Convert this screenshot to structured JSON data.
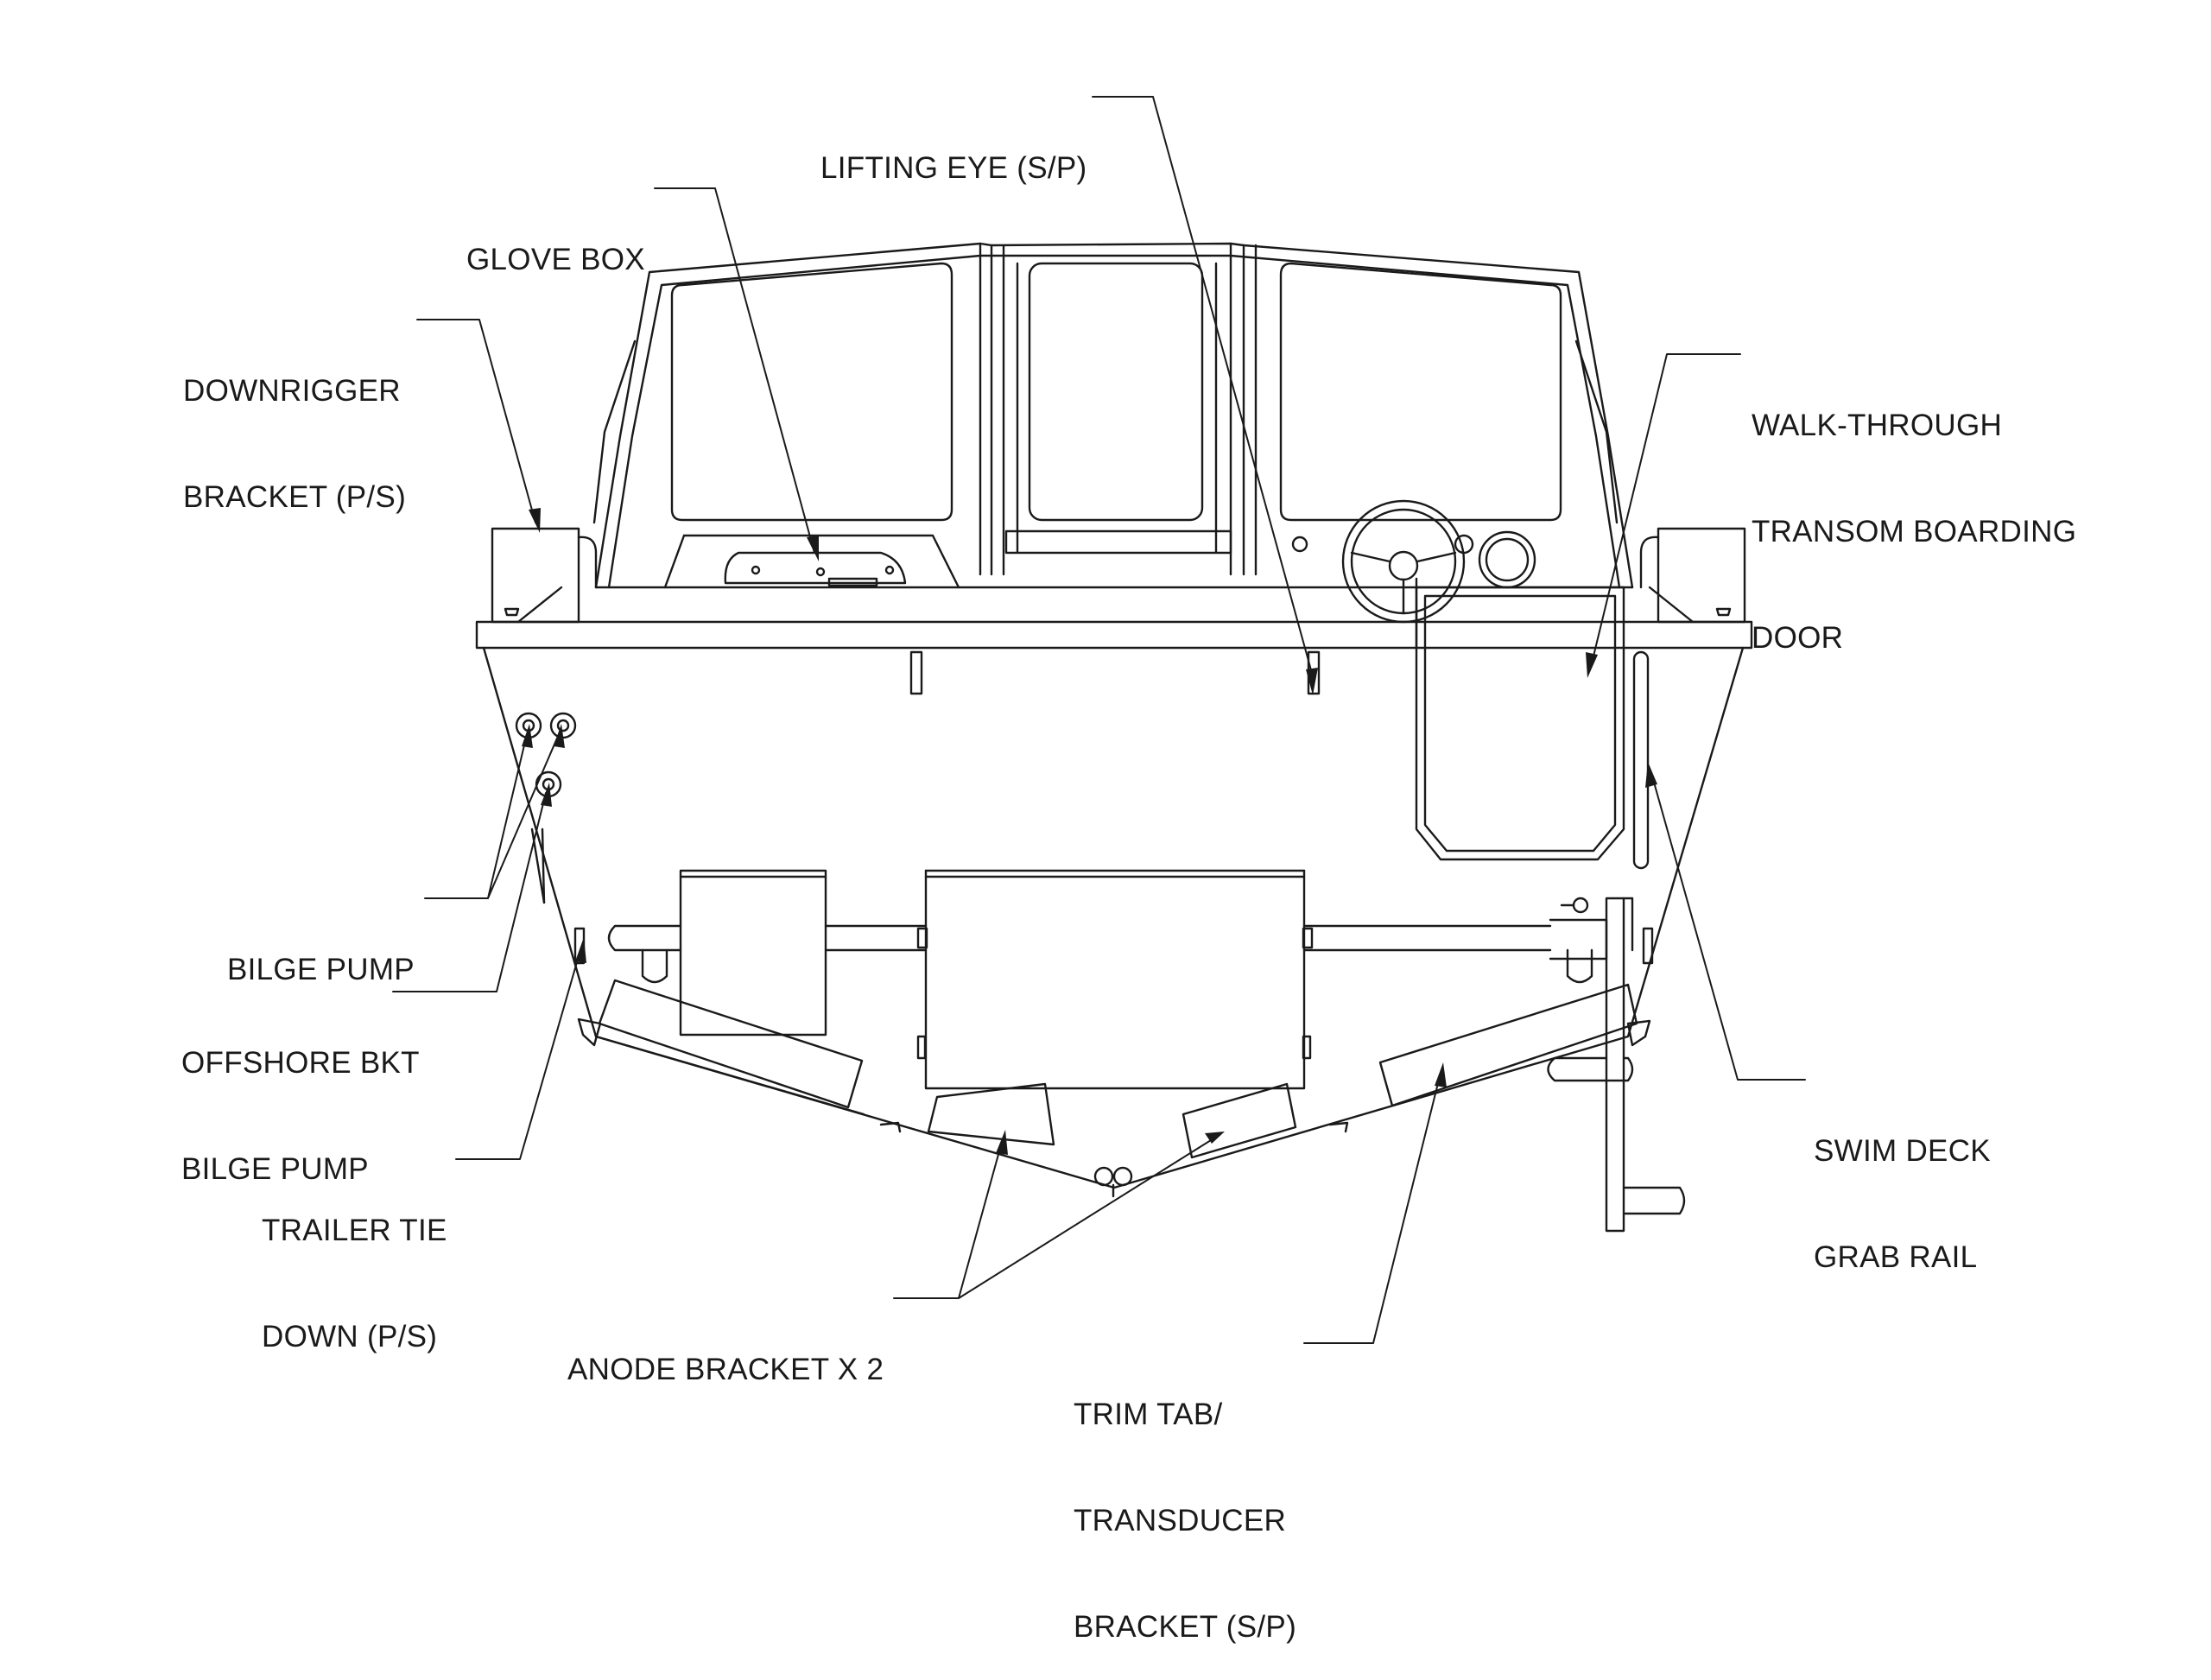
{
  "diagram": {
    "labels": {
      "lifting_eye": "LIFTING EYE (S/P)",
      "glove_box": "GLOVE BOX",
      "downrigger": [
        "DOWNRIGGER",
        "BRACKET (P/S)"
      ],
      "walk_through": [
        "WALK-THROUGH",
        "TRANSOM BOARDING",
        "DOOR"
      ],
      "bilge_pump": "BILGE PUMP",
      "offshore_bkt": [
        "OFFSHORE BKT",
        "BILGE PUMP"
      ],
      "trailer_tie": [
        "TRAILER TIE",
        "DOWN (P/S)"
      ],
      "swim_deck": [
        "SWIM DECK",
        "GRAB RAIL"
      ],
      "anode_bracket": "ANODE BRACKET X 2",
      "trim_tab": [
        "TRIM TAB/",
        "TRANSDUCER",
        "BRACKET (S/P)"
      ]
    },
    "colors": {
      "line": "#1a1a1a",
      "background": "#ffffff"
    }
  }
}
